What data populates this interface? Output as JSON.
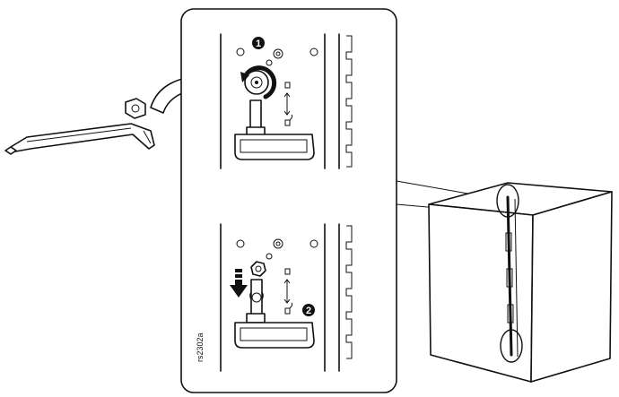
{
  "figure": {
    "reference_code": "rs2302a",
    "step_markers": [
      "1",
      "2"
    ]
  },
  "colors": {
    "line": "#111111",
    "background": "#ffffff"
  }
}
